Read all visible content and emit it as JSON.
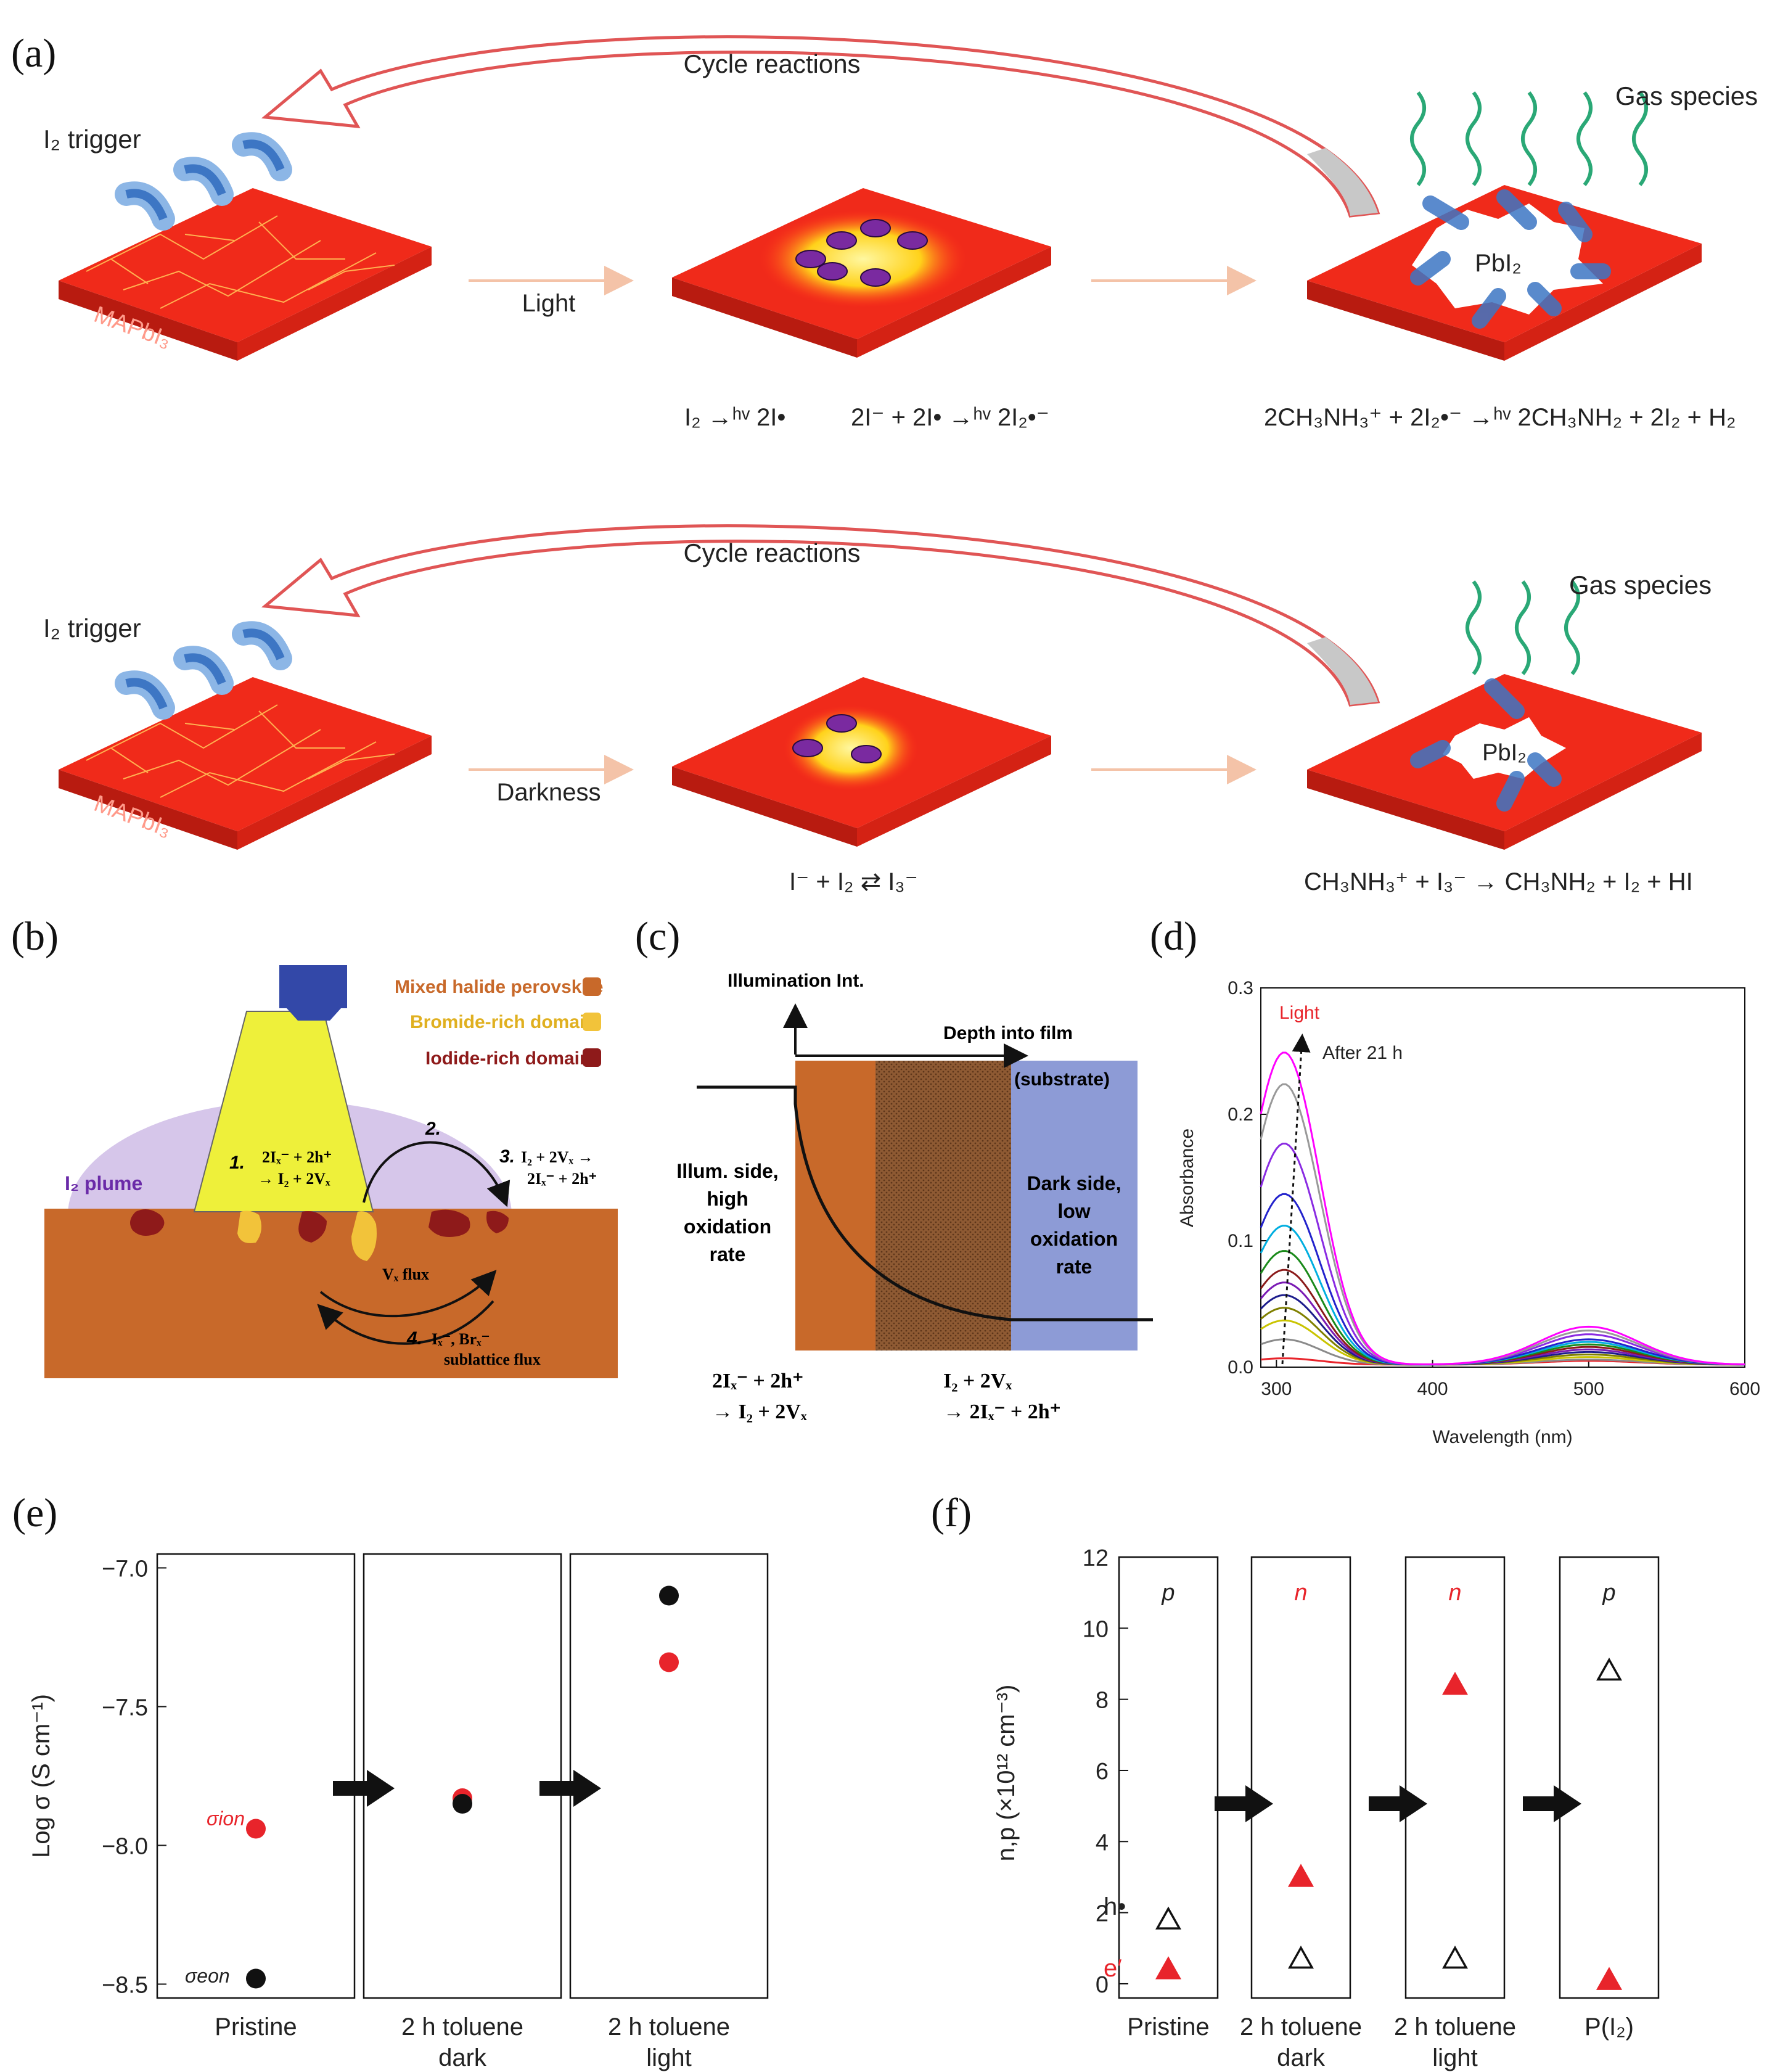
{
  "panel_a": {
    "letter": "(a)",
    "top": {
      "cycle_label": "Cycle reactions",
      "trigger_label": "I₂ trigger",
      "film_label": "MAPbI₃",
      "step_label": "Light",
      "gas_label": "Gas species",
      "pbi2_label": "PbI₂",
      "eq_1": "I₂ →ʰᵛ 2I•",
      "eq_2": "2I⁻ + 2I• →ʰᵛ 2I₂•⁻",
      "eq_3": "2CH₃NH₃⁺ + 2I₂•⁻ →ʰᵛ 2CH₃NH₂ + 2I₂ + H₂"
    },
    "bottom": {
      "cycle_label": "Cycle reactions",
      "trigger_label": "I₂ trigger",
      "film_label": "MAPbI₃",
      "step_label": "Darkness",
      "gas_label": "Gas species",
      "pbi2_label": "PbI₂",
      "eq_1": "I⁻ + I₂ ⇄ I₃⁻",
      "eq_2": "CH₃NH₃⁺ + I₃⁻ → CH₃NH₂ + I₂ + HI"
    }
  },
  "panel_b": {
    "letter": "(b)",
    "legend": [
      "Mixed halide perovskite",
      "Bromide-rich domain",
      "Iodide-rich domain"
    ],
    "legend_colors": [
      "#c8692a",
      "#f2c33a",
      "#8e1a1a"
    ],
    "plume_label": "I₂ plume",
    "step1_a": "1.",
    "step1_b": "2Iₓ⁻ + 2h⁺",
    "step1_c": "→ I₂ + 2Vₓ",
    "step2": "2.",
    "step3_a": "3.",
    "step3_b": "I₂ + 2Vₓ →",
    "step3_c": "2Iₓ⁻ + 2h⁺",
    "flux_label": "Vₓ flux",
    "step4_a": "4.",
    "step4_b": "Iₓ⁻, Brₓ⁻",
    "step4_c": "sublattice flux"
  },
  "panel_c": {
    "letter": "(c)",
    "y_axis_label": "Illumination Int.",
    "x_axis_label": "Depth into film",
    "substrate_label": "(substrate)",
    "illum_side": [
      "Illum. side,",
      "high",
      "oxidation",
      "rate"
    ],
    "dark_side": [
      "Dark side,",
      "low",
      "oxidation",
      "rate"
    ],
    "eq_left_1": "2Iₓ⁻ + 2h⁺",
    "eq_left_2": "→ I₂ + 2Vₓ",
    "eq_right_1": "I₂ + 2Vₓ",
    "eq_right_2": "→ 2Iₓ⁻ + 2h⁺"
  },
  "panel_d": {
    "letter": "(d)",
    "light_label": "Light",
    "arrow_label": "After 21 h",
    "colors": {
      "light": "#e8242b"
    }
  },
  "panel_e": {
    "letter": "(e)",
    "sigma_ion": "σion",
    "sigma_eon": "σeon"
  },
  "panel_f": {
    "letter": "(f)",
    "h_label": "h•",
    "e_label": "e′"
  },
  "chart_data": [
    {
      "type": "line",
      "panel": "d",
      "xlabel": "Wavelength (nm)",
      "ylabel": "Absorbance",
      "xlim": [
        290,
        600
      ],
      "ylim": [
        0,
        0.3
      ],
      "x_ticks": [
        "300",
        "400",
        "500",
        "600"
      ],
      "y_ticks": [
        "0.0",
        "0.1",
        "0.2",
        "0.3"
      ],
      "peak_main_nm": 305,
      "peak_second_nm": 500,
      "series": [
        {
          "color": "#e8242b",
          "peak1": 0.005,
          "peak2": 0.003
        },
        {
          "color": "#8a8a8a",
          "peak1": 0.02,
          "peak2": 0.004
        },
        {
          "color": "#c9c400",
          "peak1": 0.035,
          "peak2": 0.006
        },
        {
          "color": "#808000",
          "peak1": 0.045,
          "peak2": 0.008
        },
        {
          "color": "#1c1c8c",
          "peak1": 0.055,
          "peak2": 0.01
        },
        {
          "color": "#7a1ab4",
          "peak1": 0.065,
          "peak2": 0.012
        },
        {
          "color": "#8b1a1a",
          "peak1": 0.075,
          "peak2": 0.014
        },
        {
          "color": "#1a8a1a",
          "peak1": 0.09,
          "peak2": 0.016
        },
        {
          "color": "#00aee0",
          "peak1": 0.11,
          "peak2": 0.018
        },
        {
          "color": "#2222cc",
          "peak1": 0.135,
          "peak2": 0.02
        },
        {
          "color": "#8a2be2",
          "peak1": 0.175,
          "peak2": 0.024
        },
        {
          "color": "#999999",
          "peak1": 0.222,
          "peak2": 0.027
        },
        {
          "color": "#ff00ff",
          "peak1": 0.247,
          "peak2": 0.03
        }
      ]
    },
    {
      "type": "scatter",
      "panel": "e",
      "ylabel": "Log σ (S cm⁻¹)",
      "ylim": [
        -8.55,
        -6.95
      ],
      "y_ticks": [
        "-7.0",
        "-7.5",
        "-8.0",
        "-8.5"
      ],
      "categories": [
        "Pristine",
        "2 h toluene dark",
        "2 h toluene light"
      ],
      "category_lines": [
        [
          "Pristine"
        ],
        [
          "2 h toluene",
          "dark"
        ],
        [
          "2 h toluene",
          "light"
        ]
      ],
      "series": [
        {
          "name": "σion",
          "color": "#e8242b",
          "values": [
            -7.94,
            -7.83,
            -7.34
          ]
        },
        {
          "name": "σeon",
          "color": "#111111",
          "values": [
            -8.48,
            -7.85,
            -7.1
          ]
        }
      ]
    },
    {
      "type": "scatter",
      "panel": "f",
      "ylabel": "n,p (×10¹² cm⁻³)",
      "ylim": [
        -0.4,
        12
      ],
      "y_ticks": [
        "0",
        "2",
        "4",
        "6",
        "8",
        "10",
        "12"
      ],
      "categories": [
        "Pristine",
        "2 h toluene dark",
        "2 h toluene light",
        "P(I₂)"
      ],
      "category_lines": [
        [
          "Pristine"
        ],
        [
          "2 h toluene",
          "dark"
        ],
        [
          "2 h toluene",
          "light"
        ],
        [
          "P(I₂)"
        ]
      ],
      "type_labels": [
        "p",
        "n",
        "n",
        "p"
      ],
      "type_label_colors": [
        "#222222",
        "#e8242b",
        "#e8242b",
        "#222222"
      ],
      "series": [
        {
          "name": "h•",
          "color": "#111111",
          "marker": "open-triangle",
          "values": [
            1.8,
            0.7,
            0.7,
            8.8
          ]
        },
        {
          "name": "e′",
          "color": "#e8242b",
          "marker": "filled-triangle",
          "values": [
            0.4,
            3.0,
            8.4,
            0.1
          ]
        }
      ]
    }
  ]
}
